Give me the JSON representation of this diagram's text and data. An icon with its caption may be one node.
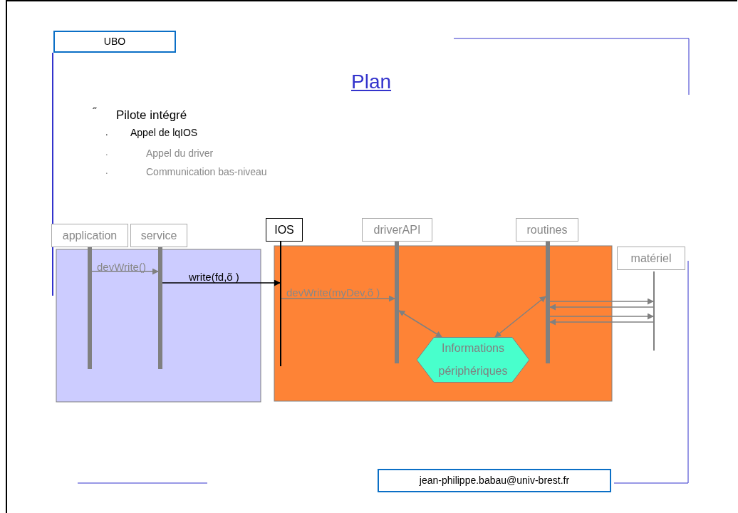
{
  "diagram": {
    "title": "Plan",
    "nodes": [
      {
        "text": [
          "UBO"
        ]
      },
      {
        "text": [
          "application"
        ]
      },
      {
        "text": [
          "service"
        ]
      },
      {
        "text": [
          "IOS"
        ]
      },
      {
        "text": [
          "driverAPI"
        ]
      },
      {
        "text": [
          "routines"
        ]
      },
      {
        "text": [
          "matériel"
        ]
      },
      {
        "text": [
          "Informations périphériques"
        ]
      },
      {
        "text": [
          "jean-philippe.babau@univ-brest.fr"
        ]
      },
      {
        "text": [],
        "shape": "bar"
      },
      {
        "text": [],
        "shape": "bar"
      },
      {
        "text": [],
        "shape": "bar"
      },
      {
        "text": [],
        "shape": "bar"
      },
      {
        "text": [],
        "shape": "bar"
      },
      {
        "text": [],
        "shape": "bar"
      }
    ],
    "edges": [
      {
        "from": 9,
        "to": 10,
        "arrow": "to",
        "label": "devWrite()"
      },
      {
        "from": 10,
        "to": 11,
        "arrow": "to",
        "label": "write(fd,õ )",
        "color": "#000000"
      },
      {
        "from": 11,
        "to": 12,
        "arrow": "to",
        "label": "devWrite(myDev,õ )"
      },
      {
        "from": 12,
        "to": 7,
        "arrow": "both"
      },
      {
        "from": 13,
        "to": 7,
        "arrow": "both"
      },
      {
        "from": 13,
        "to": 14,
        "arrow": "to"
      },
      {
        "from": 14,
        "to": 13,
        "arrow": "to"
      },
      {
        "from": 13,
        "to": 14,
        "arrow": "to"
      },
      {
        "from": 14,
        "to": 13,
        "arrow": "to"
      }
    ],
    "labels": [
      "˝",
      "Pilote intégré",
      ".",
      "Appel de lqIOS",
      ".",
      "Appel du driver",
      ".",
      "Communication bas-niveau"
    ]
  }
}
